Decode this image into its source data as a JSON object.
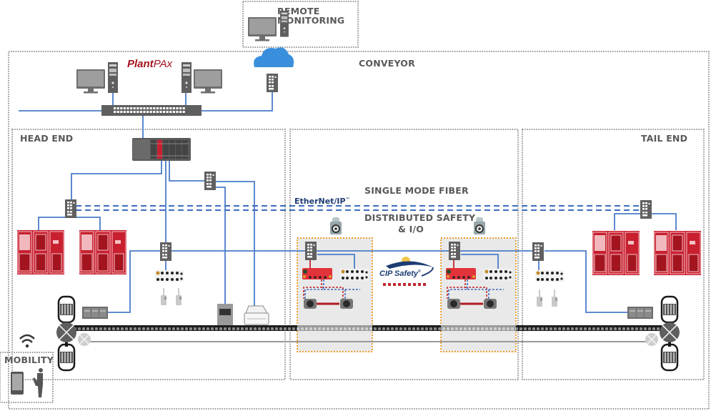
{
  "diagram": {
    "zones": {
      "remote_monitoring": "REMOTE\nMONITORING",
      "remote_monitoring_line1": "REMOTE",
      "remote_monitoring_line2": "MONITORING",
      "conveyor": "CONVEYOR",
      "head_end": "HEAD END",
      "tail_end": "TAIL END",
      "mobility": "MOBILITY"
    },
    "labels": {
      "plantpax_bold": "Plant",
      "plantpax_light": "PAx",
      "single_mode_fiber": "SINGLE MODE FIBER",
      "distributed_safety_line1": "DISTRIBUTED SAFETY",
      "distributed_safety_line2": "& I/O",
      "ethernet_ip": "EtherNet/IP",
      "ethernet_ip_tm": "™",
      "cip_safety": "CIP Safety",
      "cip_safety_tm": "®"
    },
    "colors": {
      "network_blue": "#4a7cc9",
      "safety_red": "#c2262e",
      "drive_red": "#c8202f",
      "device_gray": "#5f5f5f",
      "zone_border": "#9a9a9a",
      "safety_zone_orange": "#f0a030",
      "cloud_blue": "#3a8fdc",
      "label_gray": "#595959"
    }
  }
}
